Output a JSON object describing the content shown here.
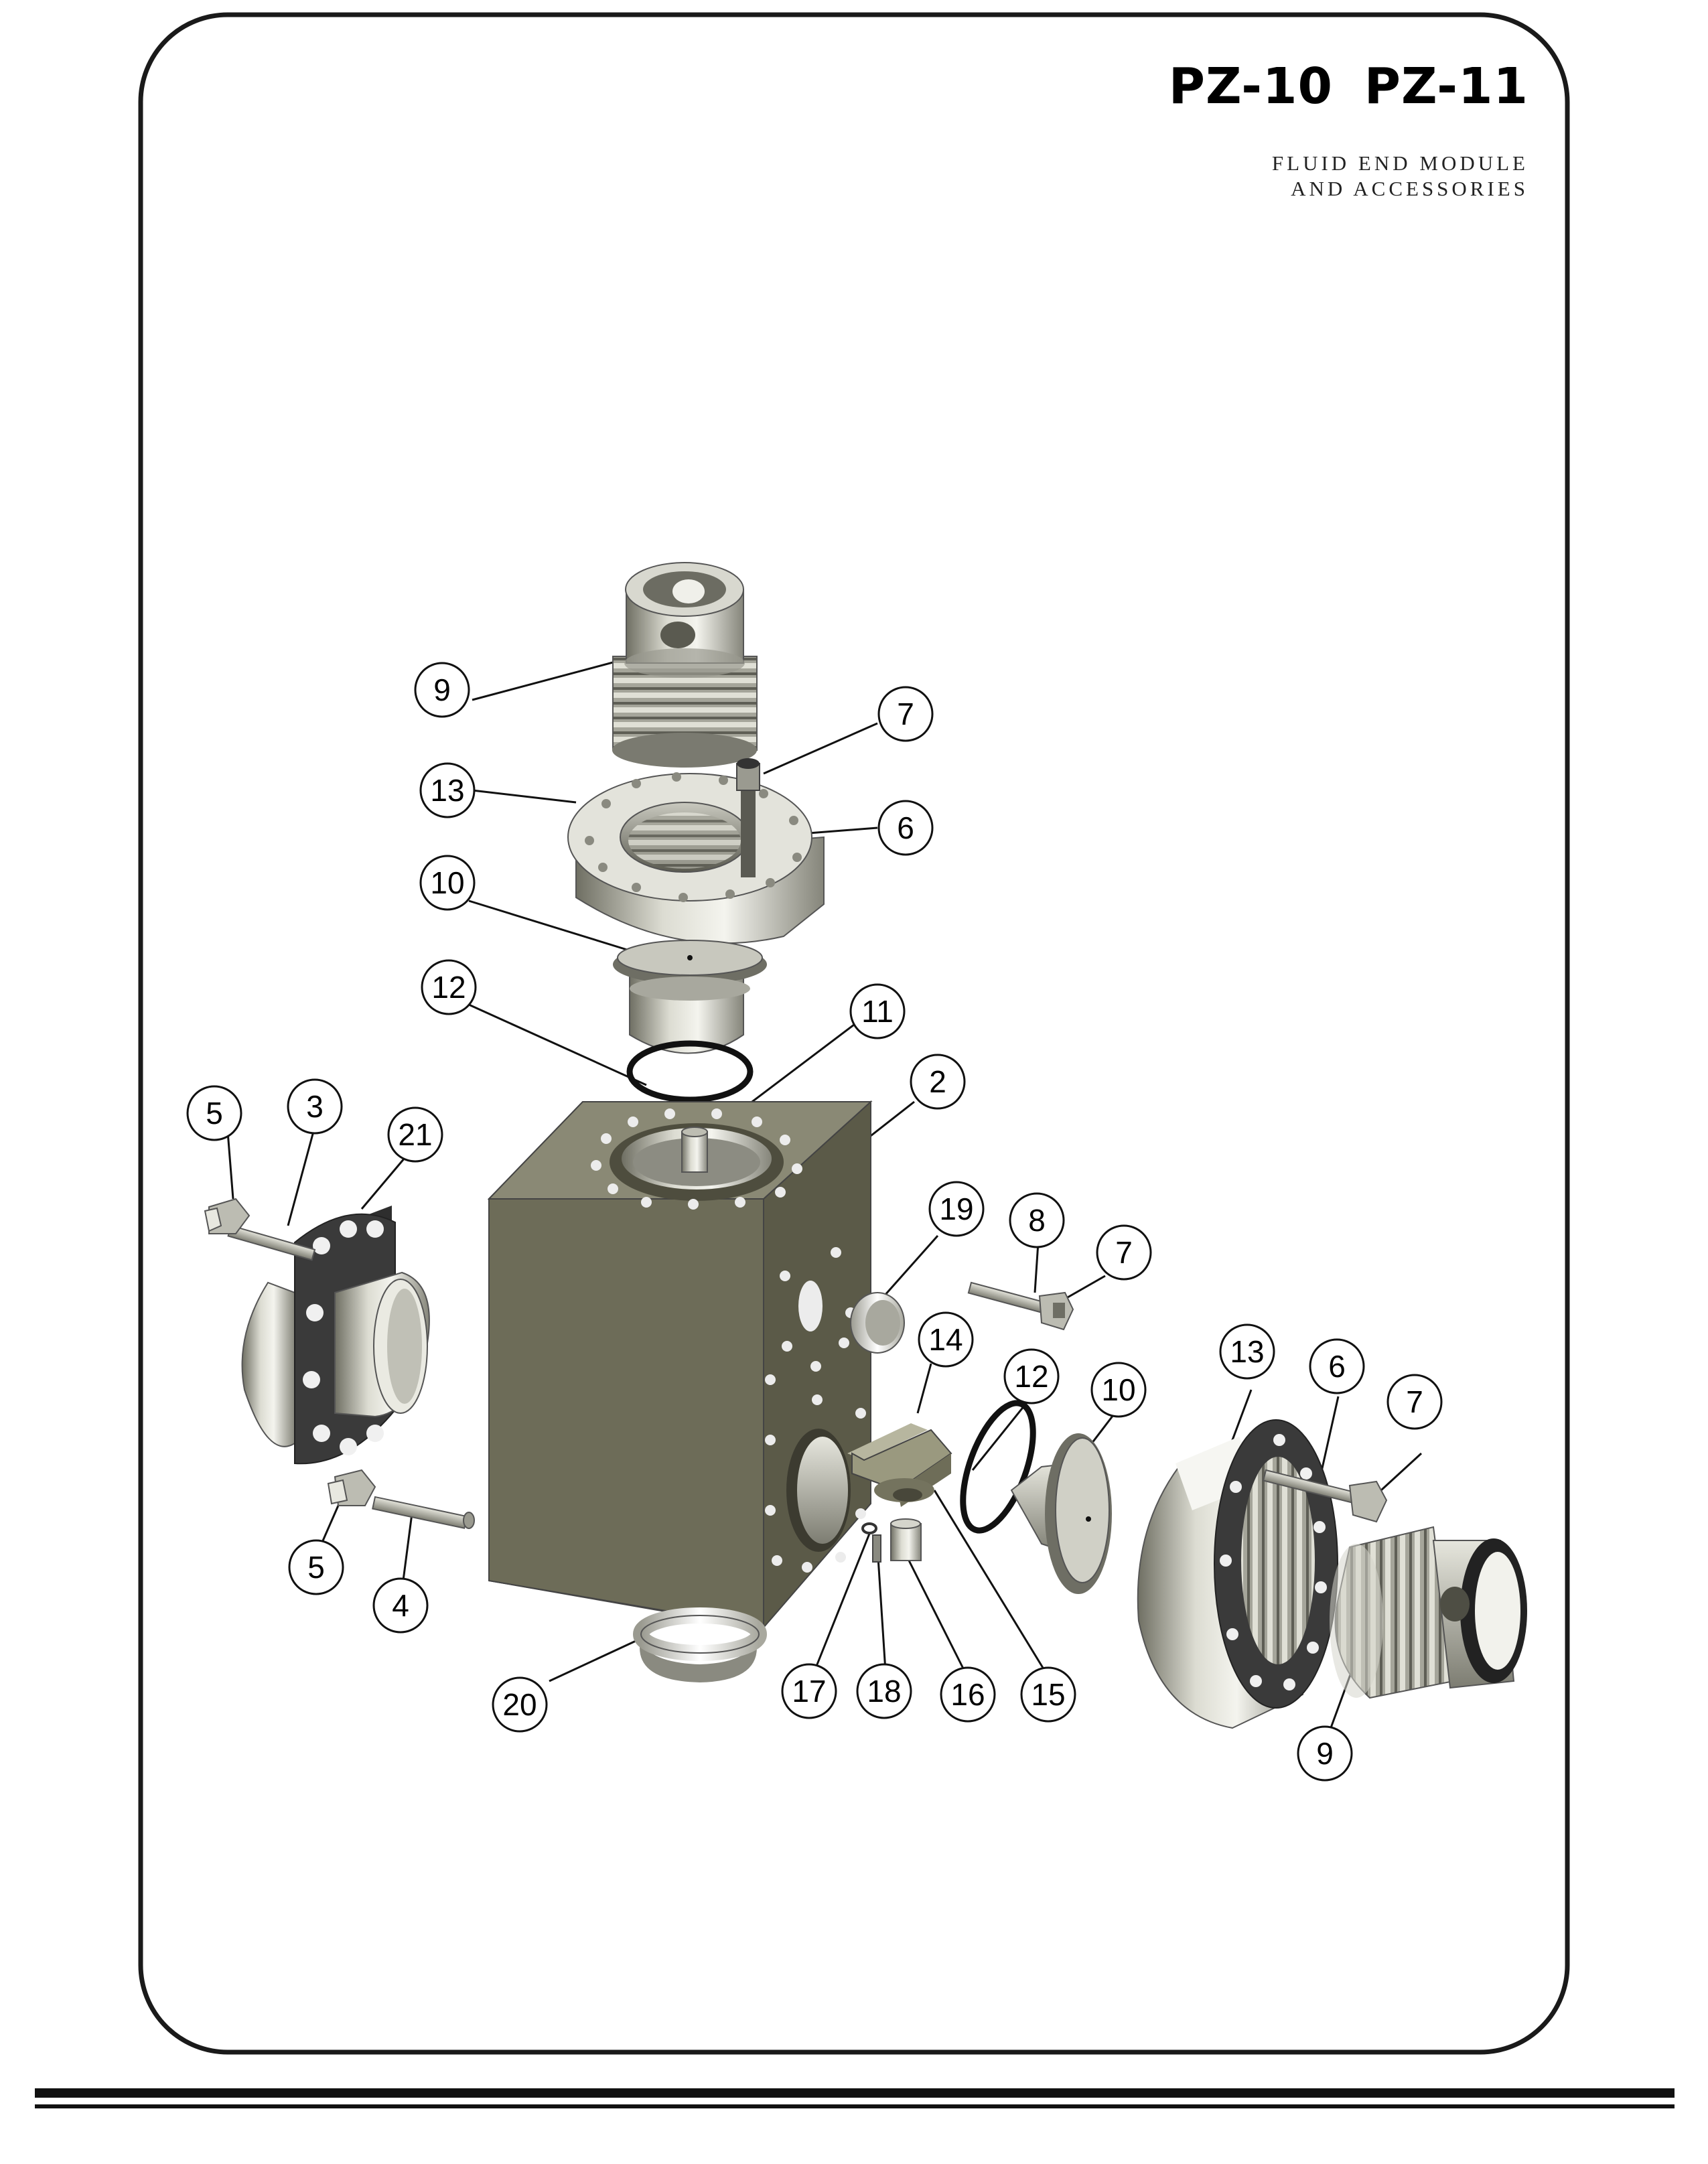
{
  "header": {
    "model_a": "PZ-10",
    "model_b": "PZ-11",
    "subtitle_line1": "FLUID END MODULE",
    "subtitle_line2": "AND ACCESSORIES"
  },
  "colors": {
    "frame": "#1a1a1a",
    "module_body": "#706f5a",
    "steel": "#b8b8ad",
    "steel_dark": "#707066",
    "flange_face": "#2e2e2e"
  },
  "callouts": [
    "9",
    "7",
    "13",
    "6",
    "10",
    "12",
    "11",
    "2",
    "5",
    "3",
    "21",
    "19",
    "8",
    "7",
    "14",
    "12",
    "10",
    "13",
    "6",
    "7",
    "5",
    "4",
    "20",
    "17",
    "18",
    "16",
    "15",
    "9"
  ]
}
